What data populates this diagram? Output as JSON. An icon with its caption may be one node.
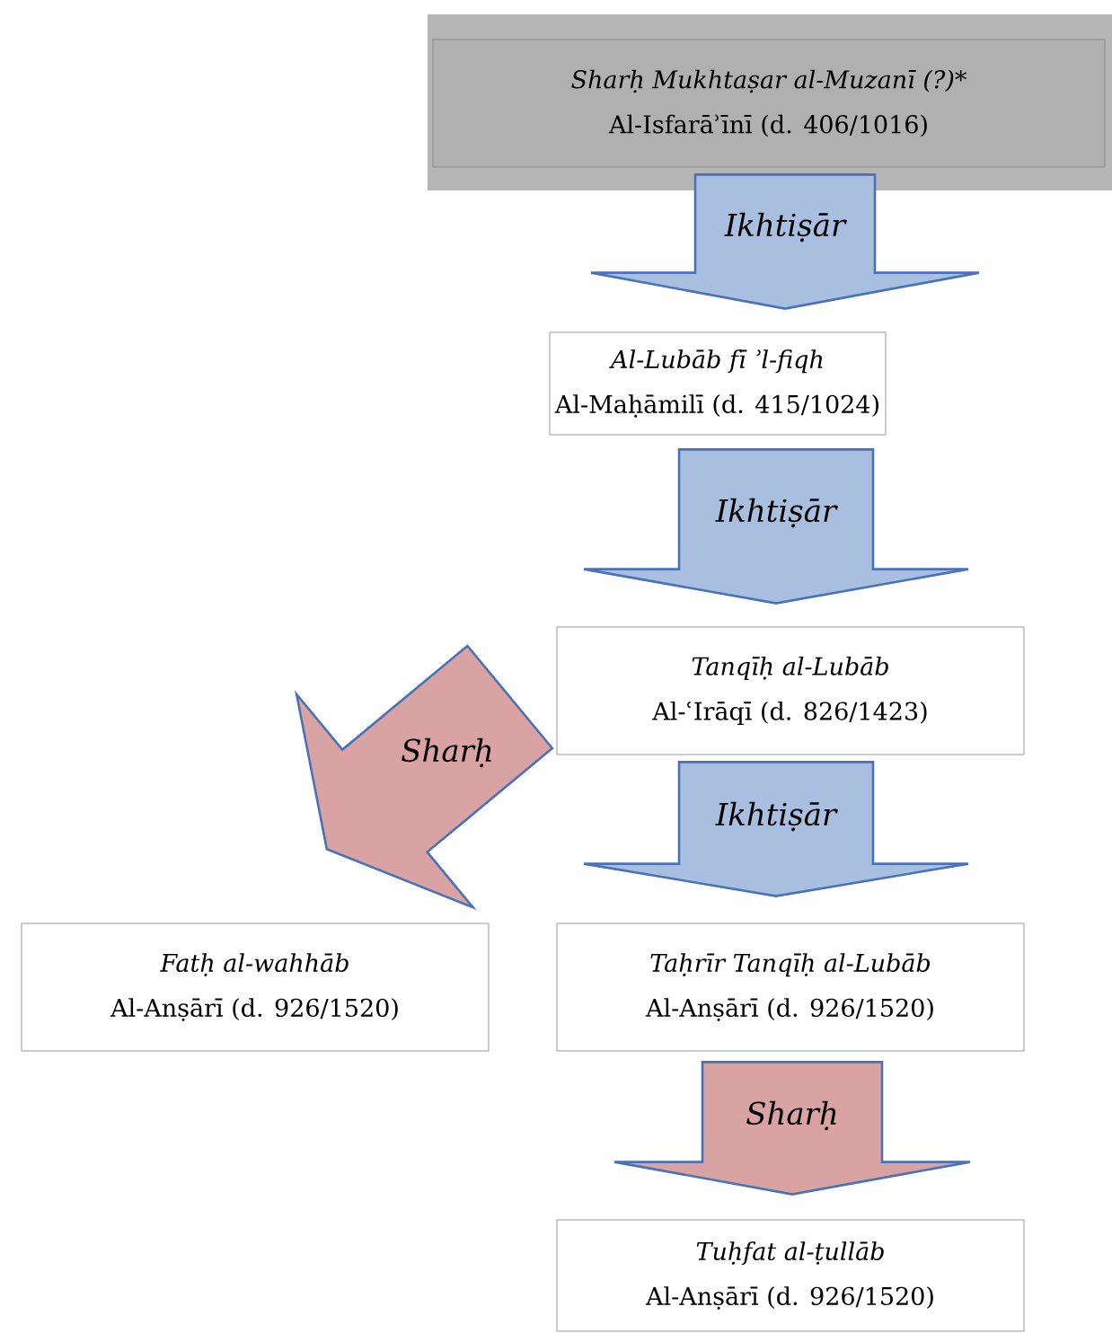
{
  "diagram": {
    "nodes": [
      {
        "text": [
          "Sharḥ Mukhtaṣar al-Muzanī (?)*",
          "Al-Isfarāʾīnī (d. 406/1016)"
        ]
      },
      {
        "text": [
          "Al-Lubāb fī ʾl-fiqh",
          "Al-Maḥāmilī (d. 415/1024)"
        ]
      },
      {
        "text": [
          "Tanqīḥ al-Lubāb",
          "Al-ʿIrāqī (d. 826/1423)"
        ]
      },
      {
        "text": [
          "Fatḥ al-wahhāb",
          "Al-Anṣārī (d. 926/1520)"
        ]
      },
      {
        "text": [
          "Taḥrīr Tanqīḥ al-Lubāb",
          "Al-Anṣārī (d. 926/1520)"
        ]
      },
      {
        "text": [
          "Tuḥfat al-ṭullāb",
          "Al-Anṣārī (d. 926/1520)"
        ]
      }
    ],
    "edges": [
      {
        "from": 0,
        "to": 1,
        "arrow": "to",
        "label": "Ikhtiṣār"
      },
      {
        "from": 1,
        "to": 2,
        "arrow": "to",
        "label": "Ikhtiṣār"
      },
      {
        "from": 2,
        "to": 3,
        "arrow": "to",
        "label": "Sharḥ",
        "color": "#d9a3a3"
      },
      {
        "from": 2,
        "to": 4,
        "arrow": "to",
        "label": "Ikhtiṣār"
      },
      {
        "from": 4,
        "to": 5,
        "arrow": "to",
        "label": "Sharḥ",
        "color": "#d9a3a3"
      }
    ]
  }
}
